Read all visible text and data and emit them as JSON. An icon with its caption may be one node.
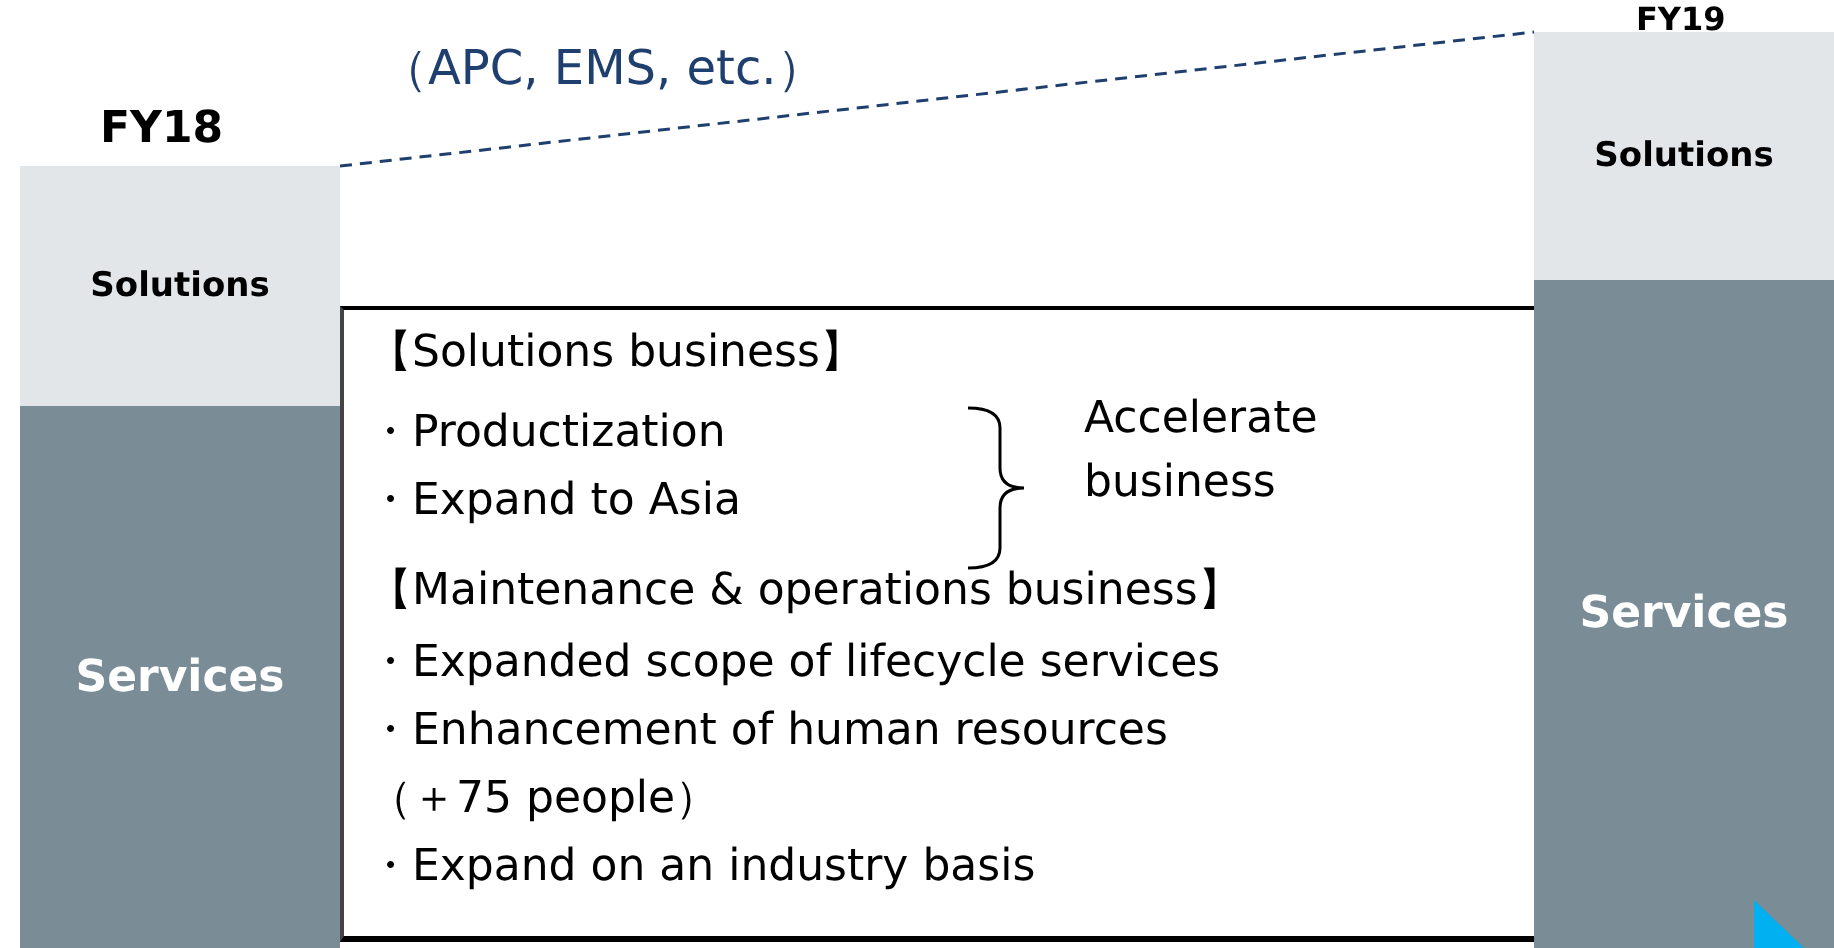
{
  "diagram": {
    "nodes": [
      {
        "text": [
          "Solutions"
        ]
      },
      {
        "text": [
          "Services"
        ]
      },
      {
        "text": [
          "Solutions"
        ]
      },
      {
        "text": [
          "Services"
        ]
      },
      {
        "text": [
          "【Solutions business】",
          "・Productization",
          "・Expand to Asia",
          "Accelerate business",
          "【Maintenance & operations business】",
          "・Expanded scope of lifecycle services",
          "・Enhancement of human resources （＋75 people）",
          "・Expand on an industry basis"
        ]
      }
    ],
    "edges": [
      {
        "from": 0,
        "to": 2,
        "arrow": "none",
        "style": "dashed",
        "color": "#1f3f6f"
      }
    ],
    "labels": [
      "（APC, EMS, etc.）",
      "FY18",
      "FY19"
    ]
  }
}
